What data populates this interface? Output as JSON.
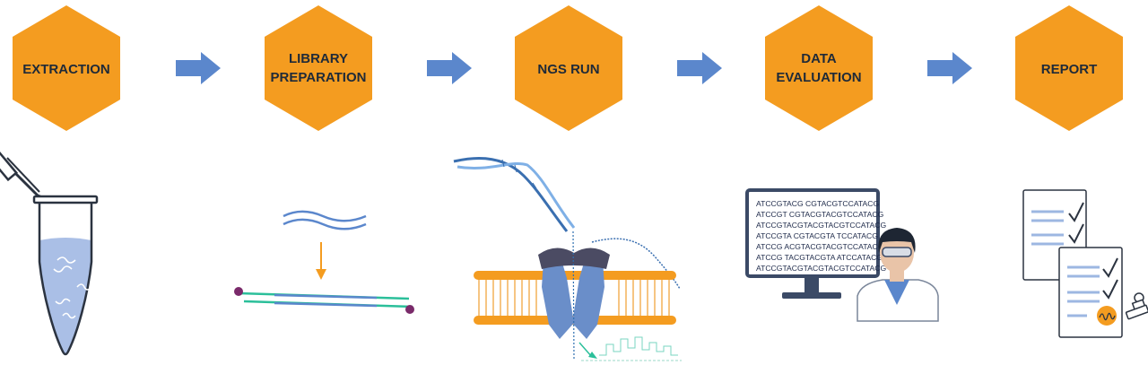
{
  "steps": [
    {
      "id": "extraction",
      "label_lines": [
        "EXTRACTION"
      ]
    },
    {
      "id": "library-preparation",
      "label_lines": [
        "LIBRARY",
        "PREPARATION"
      ]
    },
    {
      "id": "ngs-run",
      "label_lines": [
        "NGS RUN"
      ]
    },
    {
      "id": "data-evaluation",
      "label_lines": [
        "DATA",
        "EVALUATION"
      ]
    },
    {
      "id": "report",
      "label_lines": [
        "REPORT"
      ]
    }
  ],
  "sequence_lines": [
    "ATCCGTACG    CGTACGTCCATACG",
    "ATCCGT   CGTACGTACGTCCATACG",
    "ATCCGTACGTACGTACGTCCATACG",
    "ATCCGTA CGTACGTA     TCCATACG",
    "ATCCG   ACGTACGTACGTCCATACG",
    "ATCCG  TACGTACGTA  ATCCATACG",
    "ATCCGTACGTACGTACGTCCATACG"
  ],
  "colors": {
    "hexagon": "#F49C20",
    "arrow": "#5B87CC",
    "label": "#1F2A38"
  },
  "icons": [
    "test-tube-icon",
    "dna-strands-icon",
    "nanopore-membrane-icon",
    "computer-scientist-icon",
    "report-documents-icon"
  ]
}
